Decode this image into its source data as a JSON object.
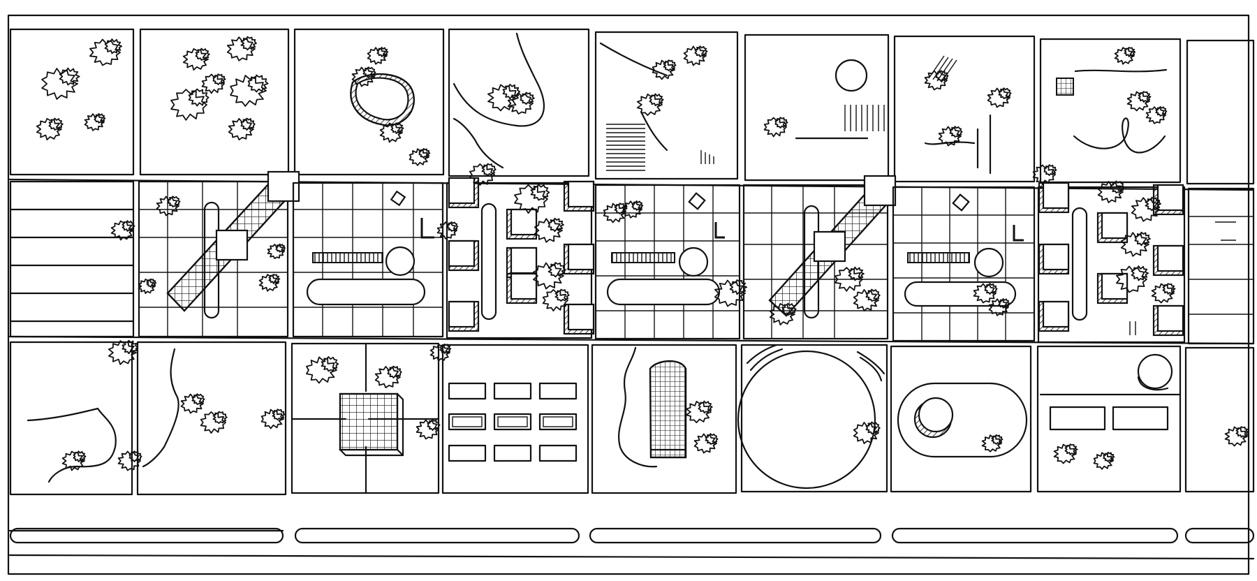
{
  "drawing": {
    "kind": "urban-plan-line-drawing",
    "text_labels": [],
    "palette": {
      "ink": "#111111",
      "paper": "#ffffff"
    }
  },
  "bands": [
    {
      "id": "north-parkland",
      "cells": 9
    },
    {
      "id": "central-development",
      "cells": 9
    },
    {
      "id": "south-parkland",
      "cells": 9
    },
    {
      "id": "boulevard",
      "medians": 5
    }
  ],
  "features": {
    "slab_towers": 2,
    "cruciform_tower_groups": 2,
    "round_buildings": 6,
    "stadium_ellipse": 1,
    "grid_cube_building": 1,
    "curved_tower": 1,
    "tree_clusters": 60
  }
}
